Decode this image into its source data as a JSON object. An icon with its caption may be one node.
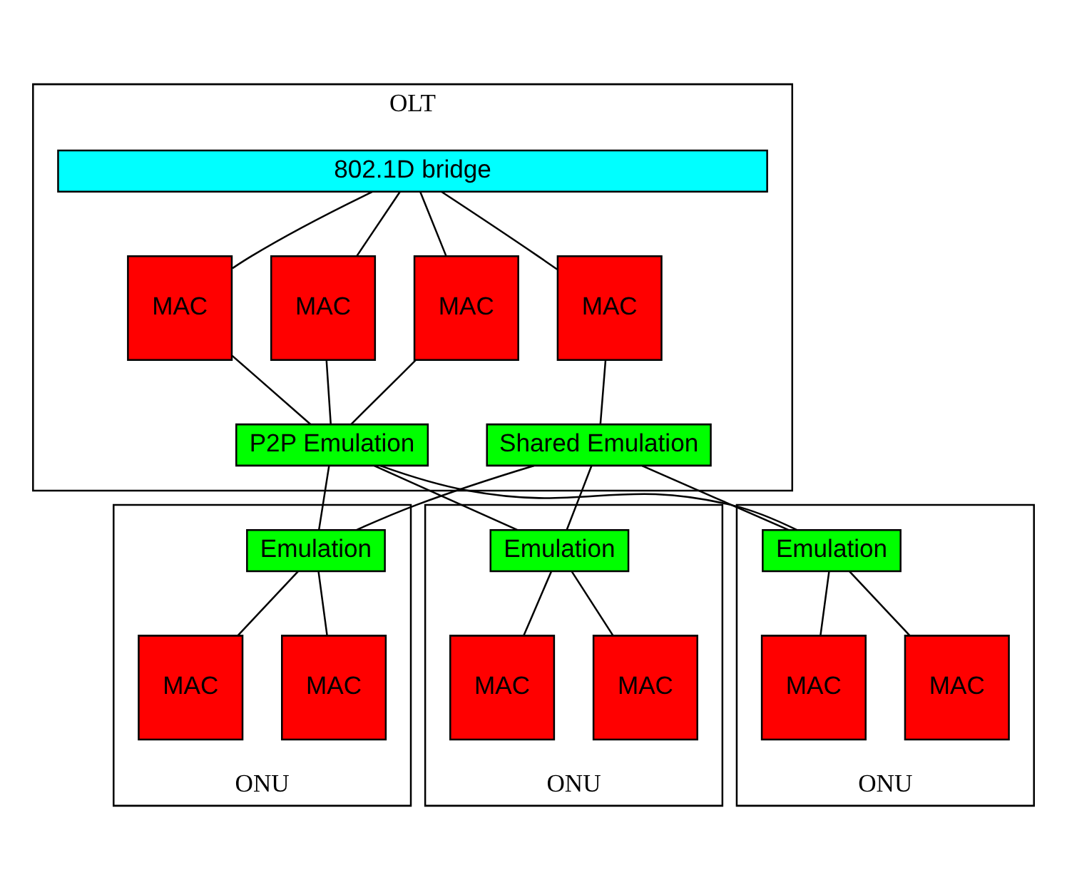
{
  "diagram": {
    "nodes": [
      {
        "text": [
          "OLT"
        ]
      },
      {
        "text": [
          "802.1D bridge"
        ],
        "in": 0
      },
      {
        "text": [
          "MAC"
        ],
        "in": 0
      },
      {
        "text": [
          "MAC"
        ],
        "in": 0
      },
      {
        "text": [
          "MAC"
        ],
        "in": 0
      },
      {
        "text": [
          "MAC"
        ],
        "in": 0
      },
      {
        "text": [
          "P2P Emulation"
        ],
        "in": 0
      },
      {
        "text": [
          "Shared Emulation"
        ],
        "in": 0
      },
      {
        "text": [
          "ONU"
        ]
      },
      {
        "text": [
          "Emulation"
        ],
        "in": 8
      },
      {
        "text": [
          "MAC"
        ],
        "in": 8
      },
      {
        "text": [
          "MAC"
        ],
        "in": 8
      },
      {
        "text": [
          "ONU"
        ]
      },
      {
        "text": [
          "Emulation"
        ],
        "in": 12
      },
      {
        "text": [
          "MAC"
        ],
        "in": 12
      },
      {
        "text": [
          "MAC"
        ],
        "in": 12
      },
      {
        "text": [
          "ONU"
        ]
      },
      {
        "text": [
          "Emulation"
        ],
        "in": 16
      },
      {
        "text": [
          "MAC"
        ],
        "in": 16
      },
      {
        "text": [
          "MAC"
        ],
        "in": 16
      }
    ],
    "edges": [
      {
        "from": 1,
        "to": 2,
        "arrow": "none"
      },
      {
        "from": 1,
        "to": 3,
        "arrow": "none"
      },
      {
        "from": 1,
        "to": 4,
        "arrow": "none"
      },
      {
        "from": 1,
        "to": 5,
        "arrow": "none"
      },
      {
        "from": 2,
        "to": 6,
        "arrow": "none"
      },
      {
        "from": 3,
        "to": 6,
        "arrow": "none"
      },
      {
        "from": 4,
        "to": 6,
        "arrow": "none"
      },
      {
        "from": 5,
        "to": 7,
        "arrow": "none"
      },
      {
        "from": 6,
        "to": 9,
        "arrow": "none"
      },
      {
        "from": 6,
        "to": 13,
        "arrow": "none"
      },
      {
        "from": 6,
        "to": 17,
        "arrow": "none"
      },
      {
        "from": 7,
        "to": 9,
        "arrow": "none"
      },
      {
        "from": 7,
        "to": 13,
        "arrow": "none"
      },
      {
        "from": 7,
        "to": 17,
        "arrow": "none"
      },
      {
        "from": 9,
        "to": 10,
        "arrow": "none"
      },
      {
        "from": 9,
        "to": 11,
        "arrow": "none"
      },
      {
        "from": 13,
        "to": 14,
        "arrow": "none"
      },
      {
        "from": 13,
        "to": 15,
        "arrow": "none"
      },
      {
        "from": 17,
        "to": 18,
        "arrow": "none"
      },
      {
        "from": 17,
        "to": 19,
        "arrow": "none"
      }
    ]
  }
}
